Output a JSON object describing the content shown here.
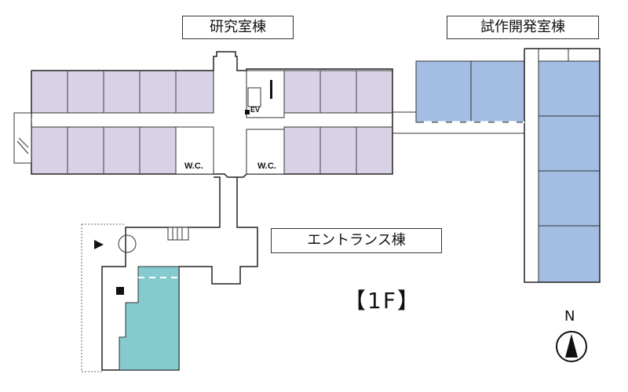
{
  "buildings": {
    "research": {
      "label": "研究室棟",
      "color": "#d9d1e6"
    },
    "prototype": {
      "label": "試作開発室棟",
      "color": "#a3bde3"
    },
    "entrance": {
      "label": "エントランス棟",
      "color": "#84cace"
    }
  },
  "floor_label": "【1F】",
  "rooms": {
    "wc_left": "W.C.",
    "wc_right": "W.C.",
    "elevator": "EV"
  },
  "compass": {
    "label": "N",
    "icon": "north-arrow-icon"
  }
}
